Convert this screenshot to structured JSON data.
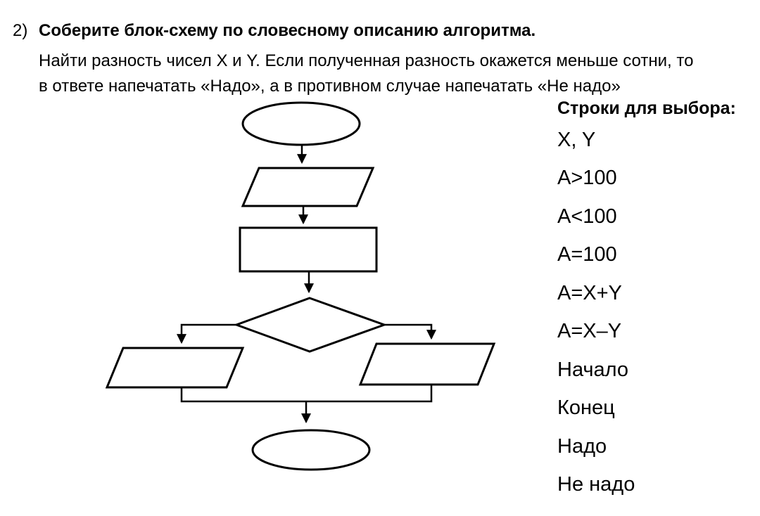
{
  "task": {
    "number": "2)",
    "title": "Соберите блок-схему по словесному описанию алгоритма.",
    "description_line1": "Найти разность чисел X и Y. Если полученная разность окажется меньше сотни, то",
    "description_line2": "в ответе  напечатать «Надо», а в противном случае напечатать «Не надо»"
  },
  "options": {
    "heading": "Строки для выбора:",
    "items": [
      "X, Y",
      "A>100",
      "A<100",
      "A=100",
      "A=X+Y",
      "A=X–Y",
      "Начало",
      "Конец",
      "Надо",
      "Не надо"
    ]
  },
  "flowchart": {
    "nodes": [
      {
        "id": "start",
        "shape": "terminator",
        "label": ""
      },
      {
        "id": "input",
        "shape": "parallelogram",
        "label": ""
      },
      {
        "id": "process",
        "shape": "rectangle",
        "label": ""
      },
      {
        "id": "decision",
        "shape": "diamond",
        "label": ""
      },
      {
        "id": "output-left",
        "shape": "parallelogram",
        "label": ""
      },
      {
        "id": "output-right",
        "shape": "parallelogram",
        "label": ""
      },
      {
        "id": "end",
        "shape": "terminator",
        "label": ""
      }
    ]
  }
}
